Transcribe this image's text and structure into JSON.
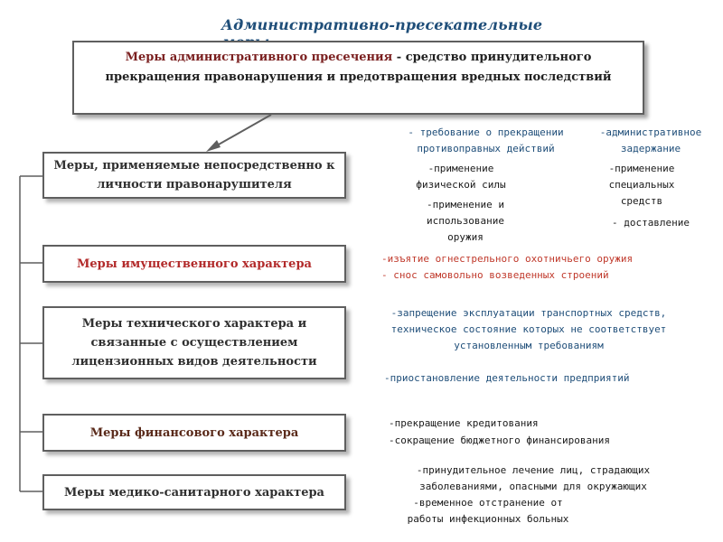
{
  "title": "Административно-пресекательные меры",
  "definition": {
    "term": "Меры административного пресечения",
    "text": " - средство принудительного прекращения правонарушения и предотвращения вредных последствий"
  },
  "categories": [
    {
      "label": "Меры, применяемые непосредственно к личности правонарушителя"
    },
    {
      "label": "Меры имущественного характера"
    },
    {
      "label": "Меры технического характера и связанные с осуществлением лицензионных видов деятельности"
    },
    {
      "label": "Меры финансового характера"
    },
    {
      "label": "Меры медико-санитарного характера"
    }
  ],
  "personal_measures": {
    "col1": [
      "- требование о прекращении противоправных действий",
      "-применение физической силы",
      "-применение и использование оружия"
    ],
    "col2": [
      "-административное задержание",
      "-применение специальных средств",
      "- доставление"
    ]
  },
  "property_measures": [
    "-изъятие огнестрельного охотничьего оружия",
    "- снос самовольно возведенных строений"
  ],
  "technical_measures": [
    "-запрещение эксплуатации транспортных средств, техническое состояние которых не соответствует установленным требованиям",
    "-приостановление деятельности предприятий"
  ],
  "financial_measures": [
    "-прекращение кредитования",
    "-сокращение бюджетного финансирования"
  ],
  "medical_measures": [
    "-принудительное лечение лиц, страдающих заболеваниями, опасными для окружающих",
    "-временное отстранение от работы инфекционных больных"
  ],
  "colors": {
    "title": "#1f4e79",
    "term": "#7a1f1f",
    "category_red": "#b22a2a",
    "blue_text": "#1f4e79",
    "red_text": "#c0392b",
    "border": "#5f5f5f"
  }
}
